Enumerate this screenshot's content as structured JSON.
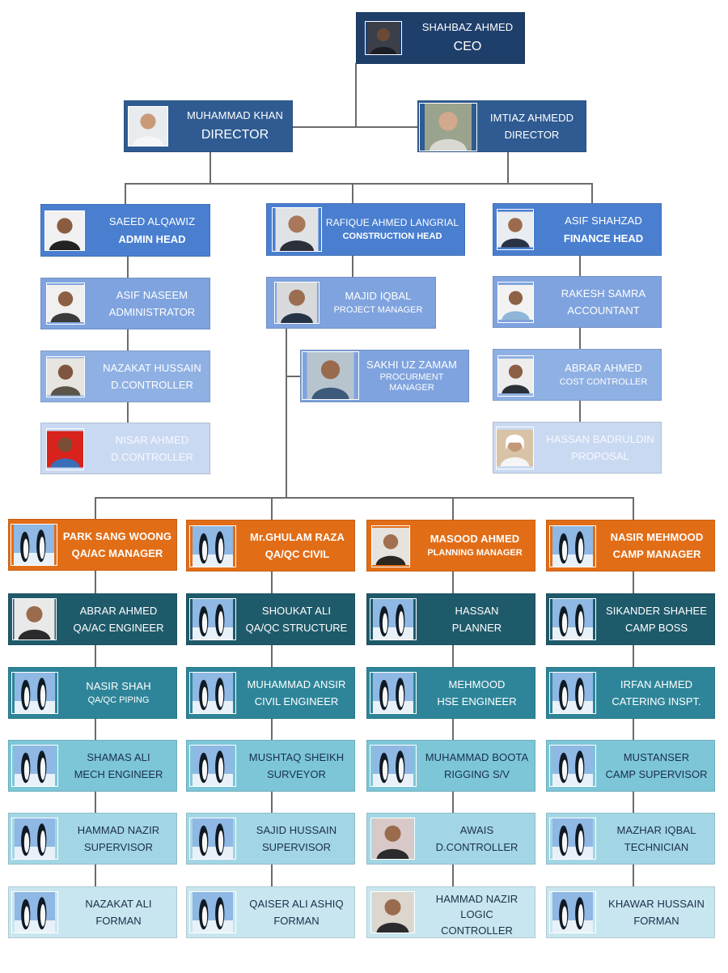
{
  "ceo": {
    "name": "SHAHBAZ AHMED",
    "role": "CEO"
  },
  "directors": [
    {
      "name": "MUHAMMAD KHAN",
      "role": "DIRECTOR"
    },
    {
      "name": "IMTIAZ AHMEDD",
      "role": "DIRECTOR"
    }
  ],
  "admin": {
    "head": {
      "name": "SAEED ALQAWIZ",
      "role": "ADMIN HEAD"
    },
    "staff": [
      {
        "name": "ASIF NASEEM",
        "role": "ADMINISTRATOR"
      },
      {
        "name": "NAZAKAT HUSSAIN",
        "role": "D.CONTROLLER"
      },
      {
        "name": "NISAR AHMED",
        "role": "D.CONTROLLER"
      }
    ]
  },
  "construction": {
    "head": {
      "name": "RAFIQUE AHMED LANGRIAL",
      "role": "CONSTRUCTION HEAD"
    },
    "project_manager": {
      "name": "MAJID IQBAL",
      "role": "PROJECT MANAGER"
    },
    "procurement": {
      "name": "SAKHI UZ ZAMAM",
      "role_line1": "PROCURMENT",
      "role_line2": "MANAGER"
    }
  },
  "finance": {
    "head": {
      "name": "ASIF SHAHZAD",
      "role": "FINANCE HEAD"
    },
    "staff": [
      {
        "name": "RAKESH SAMRA",
        "role": "ACCOUNTANT"
      },
      {
        "name": "ABRAR AHMED",
        "role": "COST CONTROLLER"
      },
      {
        "name": "HASSAN BADRULDIN",
        "role": "PROPOSAL"
      }
    ]
  },
  "departments": [
    {
      "manager": {
        "name": "PARK SANG WOONG",
        "role": "QA/AC MANAGER"
      },
      "staff": [
        {
          "name": "ABRAR AHMED",
          "role": "QA/AC ENGINEER"
        },
        {
          "name": "NASIR SHAH",
          "role": "QA/QC PIPING"
        },
        {
          "name": "SHAMAS ALI",
          "role": "MECH ENGINEER"
        },
        {
          "name": "HAMMAD NAZIR",
          "role": "SUPERVISOR"
        },
        {
          "name": "NAZAKAT ALI",
          "role": "FORMAN"
        }
      ]
    },
    {
      "manager": {
        "name": "Mr.GHULAM RAZA",
        "role": "QA/QC CIVIL"
      },
      "staff": [
        {
          "name": "SHOUKAT ALI",
          "role": "QA/QC STRUCTURE"
        },
        {
          "name": "MUHAMMAD ANSIR",
          "role": "CIVIL ENGINEER"
        },
        {
          "name": "MUSHTAQ SHEIKH",
          "role": "SURVEYOR"
        },
        {
          "name": "SAJID HUSSAIN",
          "role": "SUPERVISOR"
        },
        {
          "name": "QAISER ALI ASHIQ",
          "role": "FORMAN"
        }
      ]
    },
    {
      "manager": {
        "name": "MASOOD AHMED",
        "role": "PLANNING  MANAGER"
      },
      "staff": [
        {
          "name": "HASSAN",
          "role": "PLANNER"
        },
        {
          "name": "MEHMOOD",
          "role": "HSE ENGINEER"
        },
        {
          "name": "MUHAMMAD BOOTA",
          "role": "RIGGING S/V"
        },
        {
          "name": "AWAIS",
          "role": "D.CONTROLLER"
        },
        {
          "name": "HAMMAD NAZIR",
          "role": "LOGIC",
          "role2": "CONTROLLER"
        }
      ]
    },
    {
      "manager": {
        "name": "NASIR MEHMOOD",
        "role": "CAMP MANAGER"
      },
      "staff": [
        {
          "name": "SIKANDER SHAHEE",
          "role": "CAMP BOSS"
        },
        {
          "name": "IRFAN AHMED",
          "role": "CATERING INSPT."
        },
        {
          "name": "MUSTANSER",
          "role": "CAMP SUPERVISOR"
        },
        {
          "name": "MAZHAR IQBAL",
          "role": "TECHNICIAN"
        },
        {
          "name": "KHAWAR HUSSAIN",
          "role": "FORMAN"
        }
      ]
    }
  ]
}
